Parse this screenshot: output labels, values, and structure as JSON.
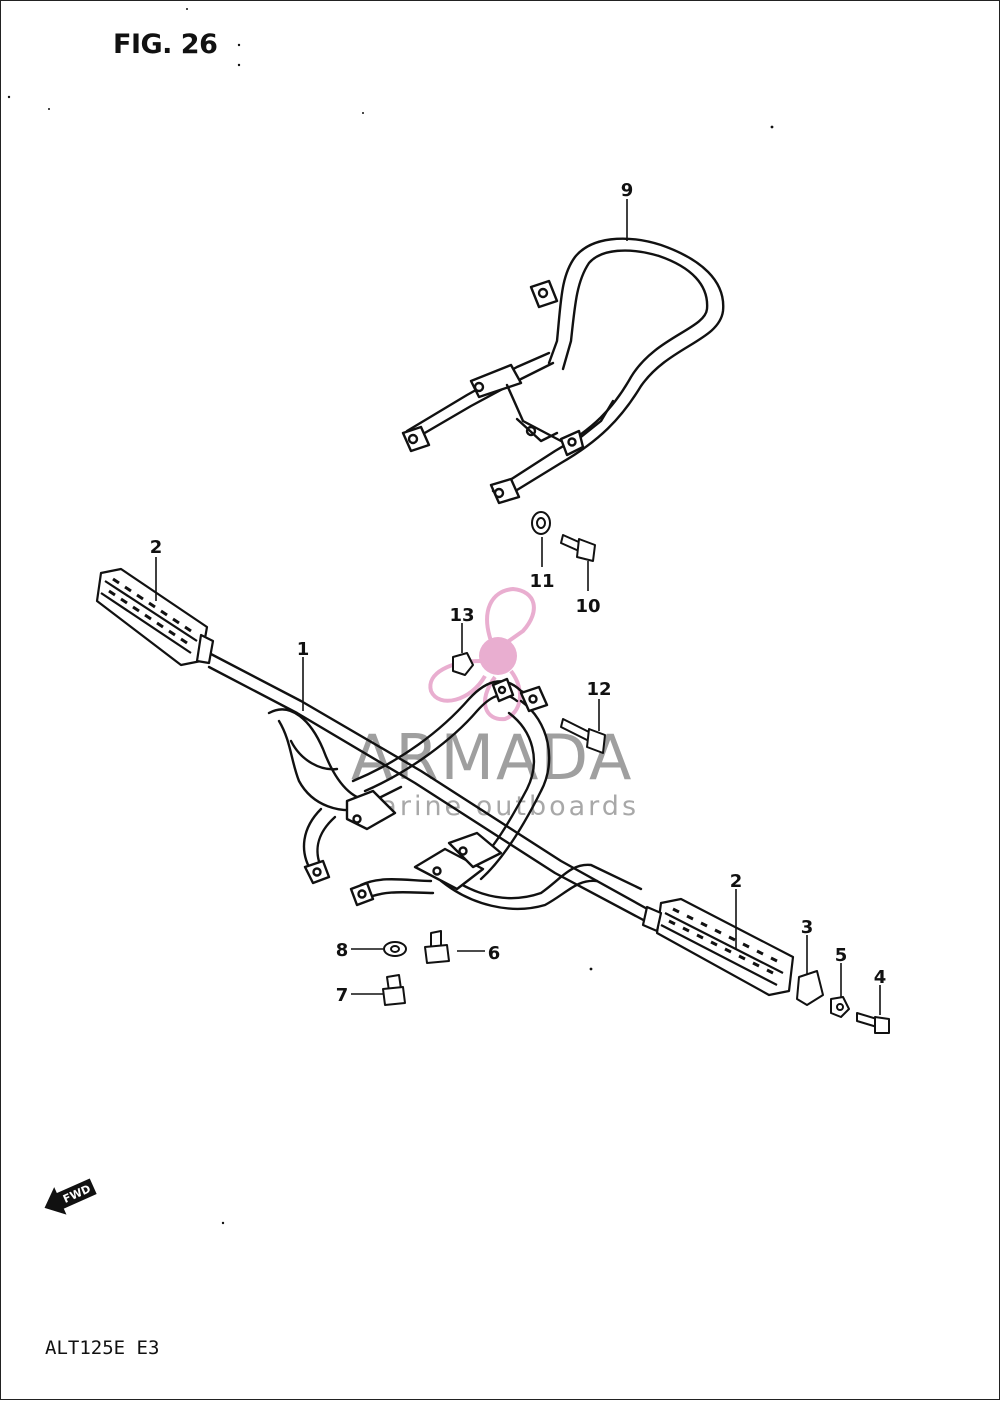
{
  "figure_title": "FIG. 26",
  "model_code": "ALT125E E3",
  "callouts": [
    {
      "number": "1"
    },
    {
      "number": "2"
    },
    {
      "number": "2"
    },
    {
      "number": "3"
    },
    {
      "number": "4"
    },
    {
      "number": "5"
    },
    {
      "number": "6"
    },
    {
      "number": "7"
    },
    {
      "number": "8"
    },
    {
      "number": "9"
    },
    {
      "number": "10"
    },
    {
      "number": "11"
    },
    {
      "number": "12"
    },
    {
      "number": "13"
    }
  ],
  "fwd_arrow_label": "FWD",
  "watermark": {
    "brand": "ARMADA",
    "tagline": "marine outboards",
    "brand_color": "#8f8f8f",
    "logo_color": "#e6a0c8"
  }
}
